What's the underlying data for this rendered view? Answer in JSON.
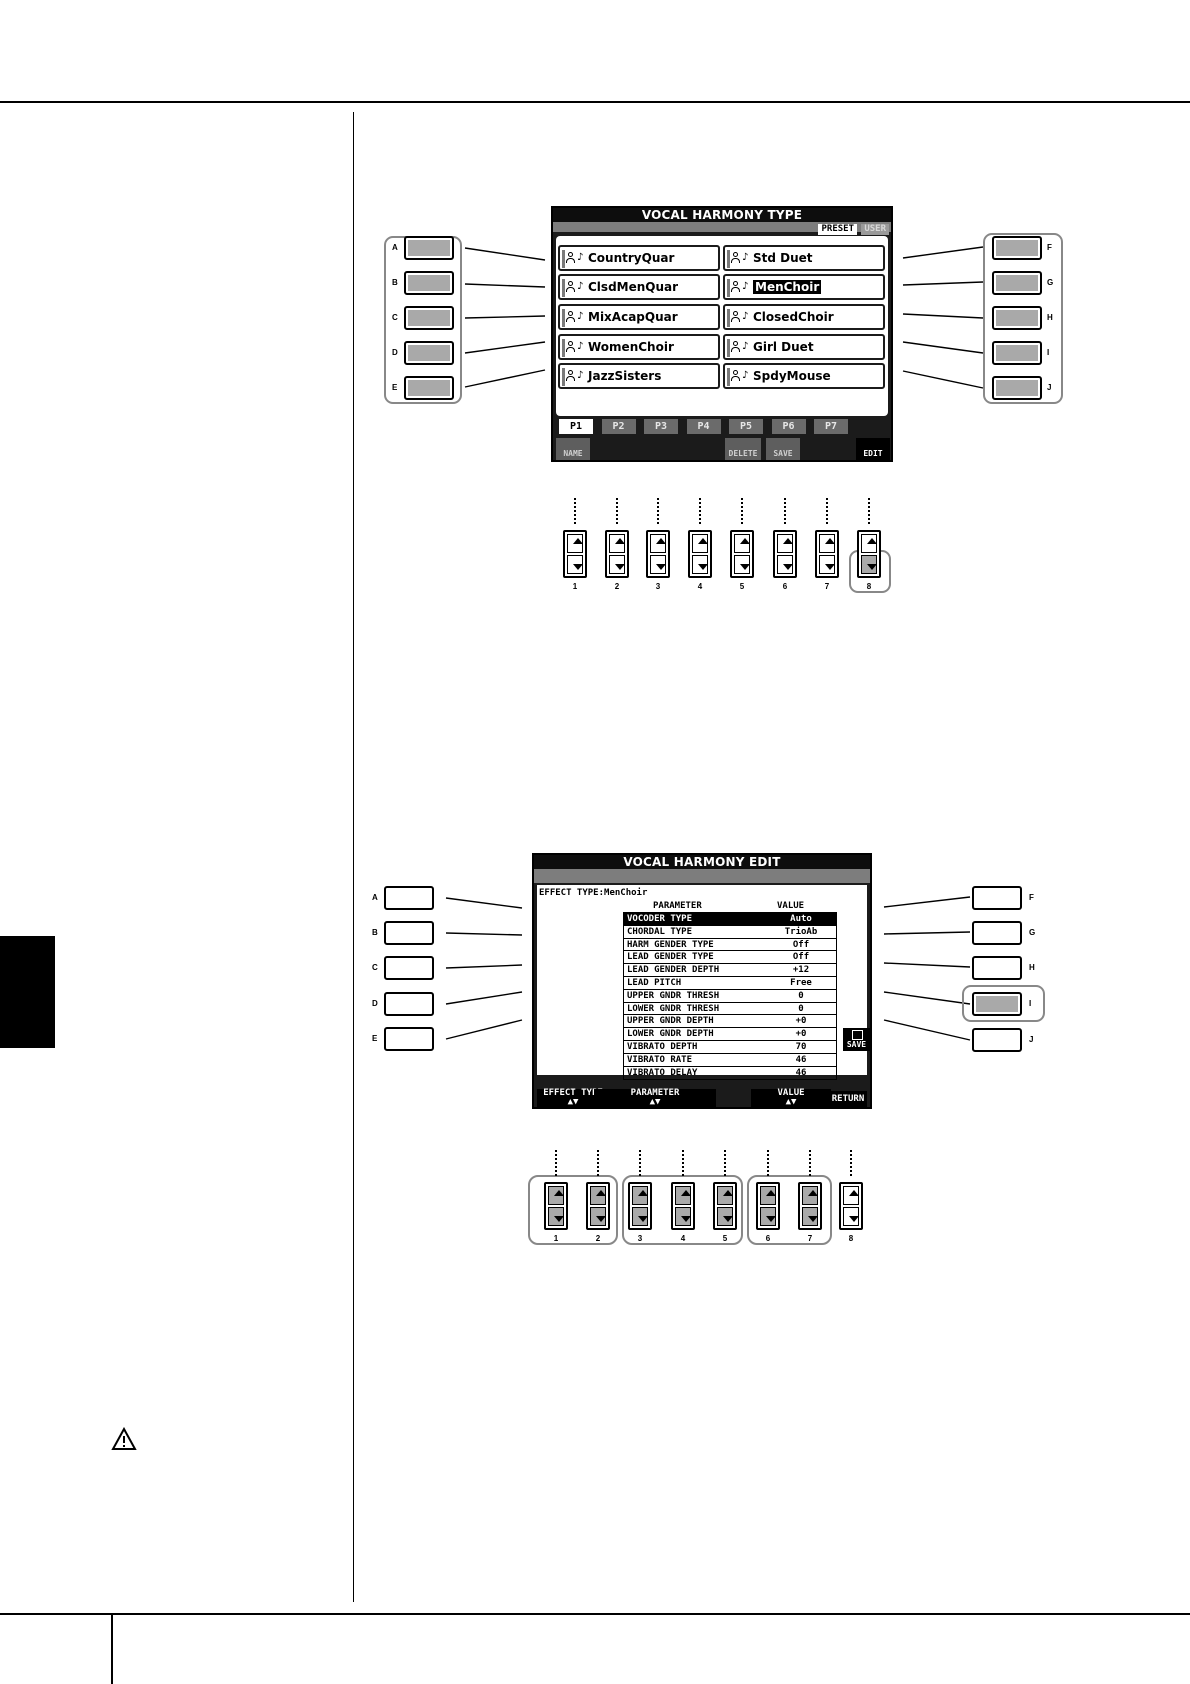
{
  "screen1": {
    "title": "VOCAL HARMONY TYPE",
    "tabs": {
      "preset": "PRESET",
      "user": "USER"
    },
    "voices_left": [
      "CountryQuar",
      "ClsdMenQuar",
      "MixAcapQuar",
      "WomenChoir",
      "JazzSisters"
    ],
    "voices_right": [
      "Std Duet",
      "MenChoir",
      "ClosedChoir",
      "Girl Duet",
      "SpdyMouse"
    ],
    "selected_voice": "MenChoir",
    "pages": [
      "P1",
      "P2",
      "P3",
      "P4",
      "P5",
      "P6",
      "P7"
    ],
    "functions": {
      "name": "NAME",
      "delete": "DELETE",
      "save": "SAVE",
      "edit": "EDIT"
    }
  },
  "screen2": {
    "title": "VOCAL HARMONY EDIT",
    "effect_type": "EFFECT TYPE:MenChoir",
    "col_parameter": "PARAMETER",
    "col_value": "VALUE",
    "params": [
      {
        "name": "VOCODER TYPE",
        "value": "Auto"
      },
      {
        "name": "CHORDAL TYPE",
        "value": "TrioAb"
      },
      {
        "name": "HARM GENDER TYPE",
        "value": "Off"
      },
      {
        "name": "LEAD GENDER TYPE",
        "value": "Off"
      },
      {
        "name": "LEAD GENDER DEPTH",
        "value": "+12"
      },
      {
        "name": "LEAD PITCH",
        "value": "Free"
      },
      {
        "name": "UPPER GNDR THRESH",
        "value": "0"
      },
      {
        "name": "LOWER GNDR THRESH",
        "value": "0"
      },
      {
        "name": "UPPER GNDR DEPTH",
        "value": "+0"
      },
      {
        "name": "LOWER GNDR DEPTH",
        "value": "+0"
      },
      {
        "name": "VIBRATO DEPTH",
        "value": "70"
      },
      {
        "name": "VIBRATO RATE",
        "value": "46"
      },
      {
        "name": "VIBRATO DELAY",
        "value": "46"
      }
    ],
    "save": "SAVE",
    "bottom": {
      "effect_type": "EFFECT TYPE",
      "parameter": "PARAMETER",
      "value": "VALUE",
      "return": "RETURN",
      "arrows": "▲▼"
    }
  },
  "button_labels_left": [
    "A",
    "B",
    "C",
    "D",
    "E"
  ],
  "button_labels_right": [
    "F",
    "G",
    "H",
    "I",
    "J"
  ],
  "number_labels": [
    "1",
    "2",
    "3",
    "4",
    "5",
    "6",
    "7",
    "8"
  ]
}
